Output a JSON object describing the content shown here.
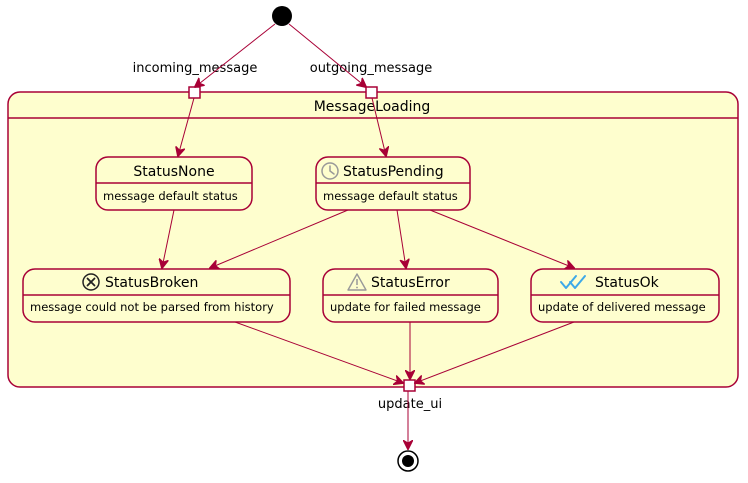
{
  "diagram": {
    "composite": {
      "title": "MessageLoading"
    },
    "ports": {
      "incoming": "incoming_message",
      "outgoing": "outgoing_message",
      "exit": "update_ui"
    },
    "states": {
      "none": {
        "title": "StatusNone",
        "desc": "message default status",
        "icon": "none"
      },
      "pending": {
        "title": "StatusPending",
        "desc": "message default status",
        "icon": "clock-icon"
      },
      "broken": {
        "title": "StatusBroken",
        "desc": "message could not be parsed from history",
        "icon": "x-circle-icon"
      },
      "error": {
        "title": "StatusError",
        "desc": "update for failed message",
        "icon": "warning-icon"
      },
      "ok": {
        "title": "StatusOk",
        "desc": "update of delivered message",
        "icon": "double-check-icon"
      }
    },
    "colors": {
      "border": "#A80036",
      "fill": "#FEFECE",
      "check": "#3DA9E8"
    }
  }
}
